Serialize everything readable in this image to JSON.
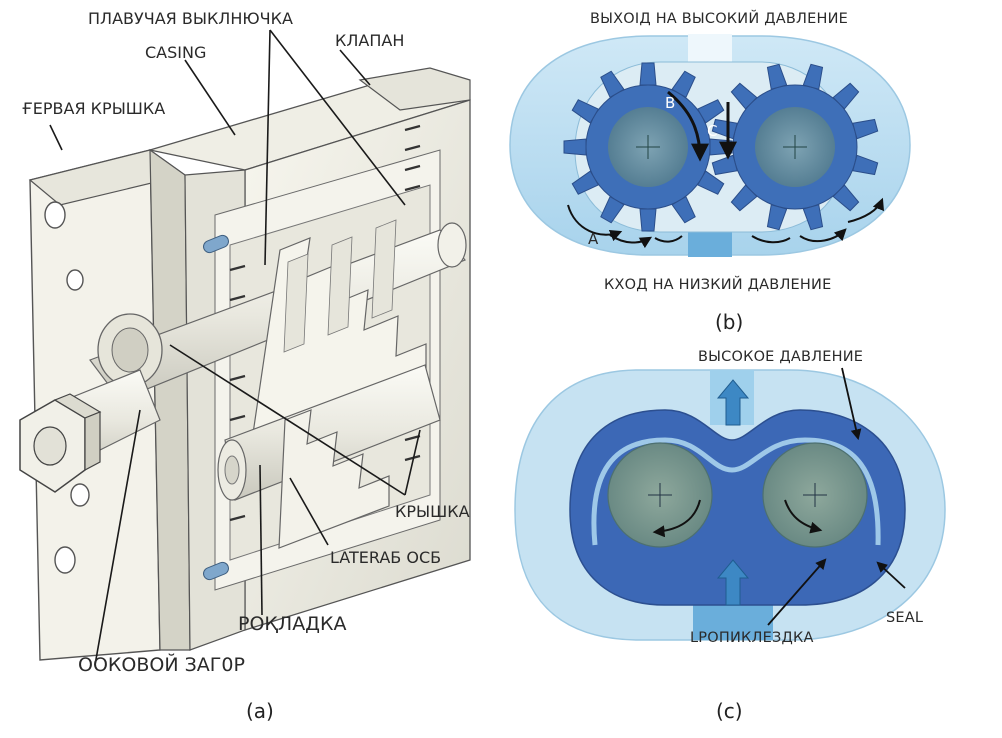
{
  "figure_a": {
    "labels": {
      "floating_bushing": "ПЛАВУЧАЯ ВЫКЛНЮЧКА",
      "casing": "CASING",
      "valve": "КЛАПАН",
      "front_cover": "ҒЕРВАЯ КРЫШКА",
      "cover": "КРЫШКА",
      "lateral_axis": "LATERAБ ОСБ",
      "gasket": "РОҚЛАДКА",
      "shaft_seal": "ООКОВОЙ ЗАГ0Р"
    },
    "caption": "(a)"
  },
  "figure_b": {
    "outlet": "ВЫХОIД НА ВЫСОКИЙ ДАВЛЕНИЕ",
    "inlet": "КХОД НА НИЗКИЙ ДАВЛЕНИЕ",
    "point_a": "A",
    "point_b": "B",
    "point_c": "C",
    "caption": "(b)"
  },
  "figure_c": {
    "high_pressure": "ВЫСОКОЕ ДАВЛЕНИЕ",
    "seal": "SEAL",
    "gasket": "LРОПИКЛЕЗДКА",
    "caption": "(c)"
  },
  "colors": {
    "body_light": "#eeeee6",
    "body_shadow": "#cfcfc4",
    "pump_blue_light": "#bfe0f2",
    "pump_blue": "#7fbde0",
    "gear_blue": "#3e6fb8",
    "gear_hub": "#6a8fa0",
    "seal_blue": "#3c68b6"
  }
}
